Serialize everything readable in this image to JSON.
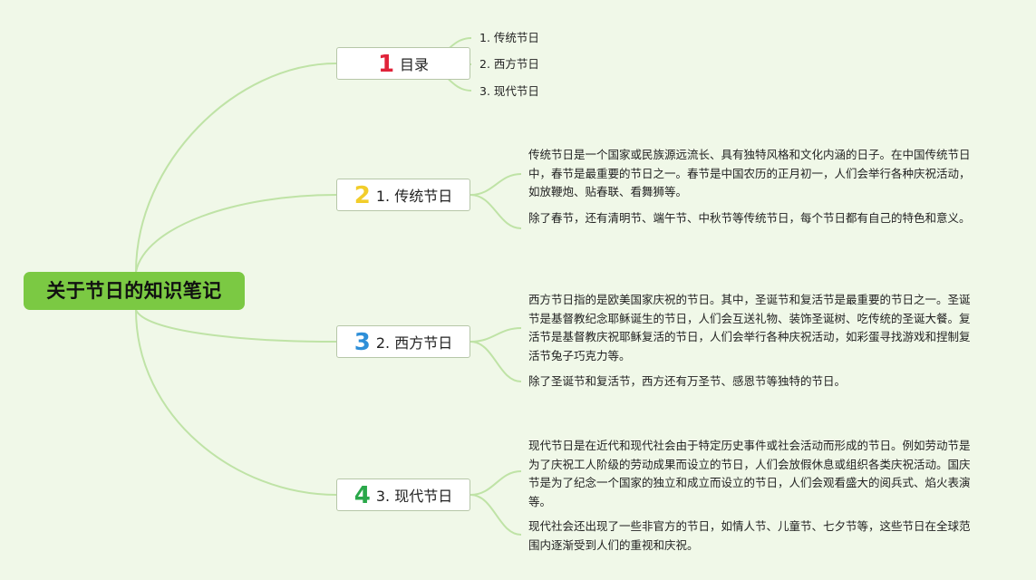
{
  "root": {
    "title": "关于节日的知识笔记"
  },
  "branches": [
    {
      "num": "1",
      "num_color": "#e0243a",
      "label": "目录"
    },
    {
      "num": "2",
      "num_color": "#f2cd2a",
      "label": "1. 传统节日"
    },
    {
      "num": "3",
      "num_color": "#2e8fd8",
      "label": "2. 西方节日"
    },
    {
      "num": "4",
      "num_color": "#2aa84a",
      "label": "3. 现代节日"
    }
  ],
  "toc": [
    "1. 传统节日",
    "2. 西方节日",
    "3. 现代节日"
  ],
  "traditional": {
    "p1": "传统节日是一个国家或民族源远流长、具有独特风格和文化内涵的日子。在中国传统节日中，春节是最重要的节日之一。春节是中国农历的正月初一，人们会举行各种庆祝活动，如放鞭炮、贴春联、看舞狮等。",
    "p2": "除了春节，还有清明节、端午节、中秋节等传统节日，每个节日都有自己的特色和意义。"
  },
  "western": {
    "p1": "西方节日指的是欧美国家庆祝的节日。其中，圣诞节和复活节是最重要的节日之一。圣诞节是基督教纪念耶稣诞生的节日，人们会互送礼物、装饰圣诞树、吃传统的圣诞大餐。复活节是基督教庆祝耶稣复活的节日，人们会举行各种庆祝活动，如彩蛋寻找游戏和捏制复活节兔子巧克力等。",
    "p2": "除了圣诞节和复活节，西方还有万圣节、感恩节等独特的节日。"
  },
  "modern": {
    "p1": "现代节日是在近代和现代社会由于特定历史事件或社会活动而形成的节日。例如劳动节是为了庆祝工人阶级的劳动成果而设立的节日，人们会放假休息或组织各类庆祝活动。国庆节是为了纪念一个国家的独立和成立而设立的节日，人们会观看盛大的阅兵式、焰火表演等。",
    "p2": "现代社会还出现了一些非官方的节日，如情人节、儿童节、七夕节等，这些节日在全球范围内逐渐受到人们的重视和庆祝。"
  },
  "colors": {
    "background": "#f0f8e8",
    "root": "#7bc943",
    "connector": "#bfe3a6"
  }
}
